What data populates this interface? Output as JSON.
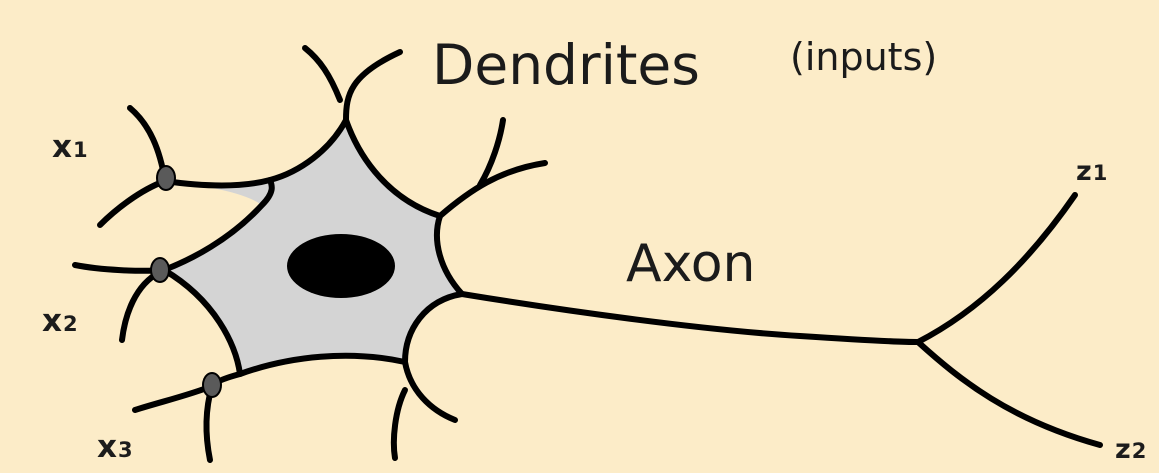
{
  "labels": {
    "dendrites": "Dendrites",
    "inputs": "(inputs)",
    "axon": "Axon",
    "x1": {
      "letter": "x",
      "sub": "1"
    },
    "x2": {
      "letter": "x",
      "sub": "2"
    },
    "x3": {
      "letter": "x",
      "sub": "3"
    },
    "z1": {
      "letter": "z",
      "sub": "1"
    },
    "z2": {
      "letter": "z",
      "sub": "2"
    }
  },
  "colors": {
    "background": "#fcecc8",
    "cell_body": "#d4d4d4",
    "stroke": "#000000",
    "synapse": "#5a5a5a"
  }
}
